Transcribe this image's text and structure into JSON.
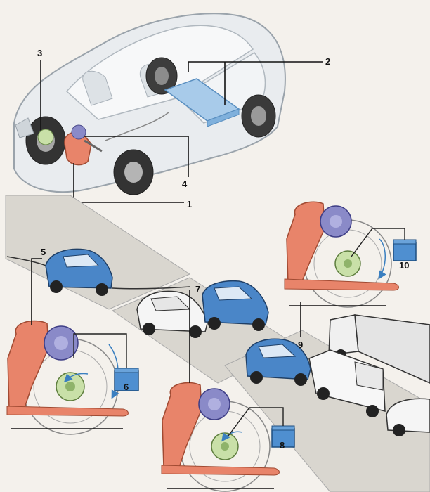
{
  "callouts": {
    "c1": "1",
    "c2": "2",
    "c3": "3",
    "c4": "4",
    "c5": "5",
    "c6": "6",
    "c7": "7",
    "c8": "8",
    "c9": "9",
    "c10": "10"
  },
  "colors": {
    "background": "#f4f1ec",
    "car_blue": "#4a86c8",
    "engine_orange": "#e8846a",
    "motor_purple": "#8a8ac8",
    "battery_blue": "#4f8fd0",
    "road": "#d9d6cf",
    "outline": "#222222"
  }
}
